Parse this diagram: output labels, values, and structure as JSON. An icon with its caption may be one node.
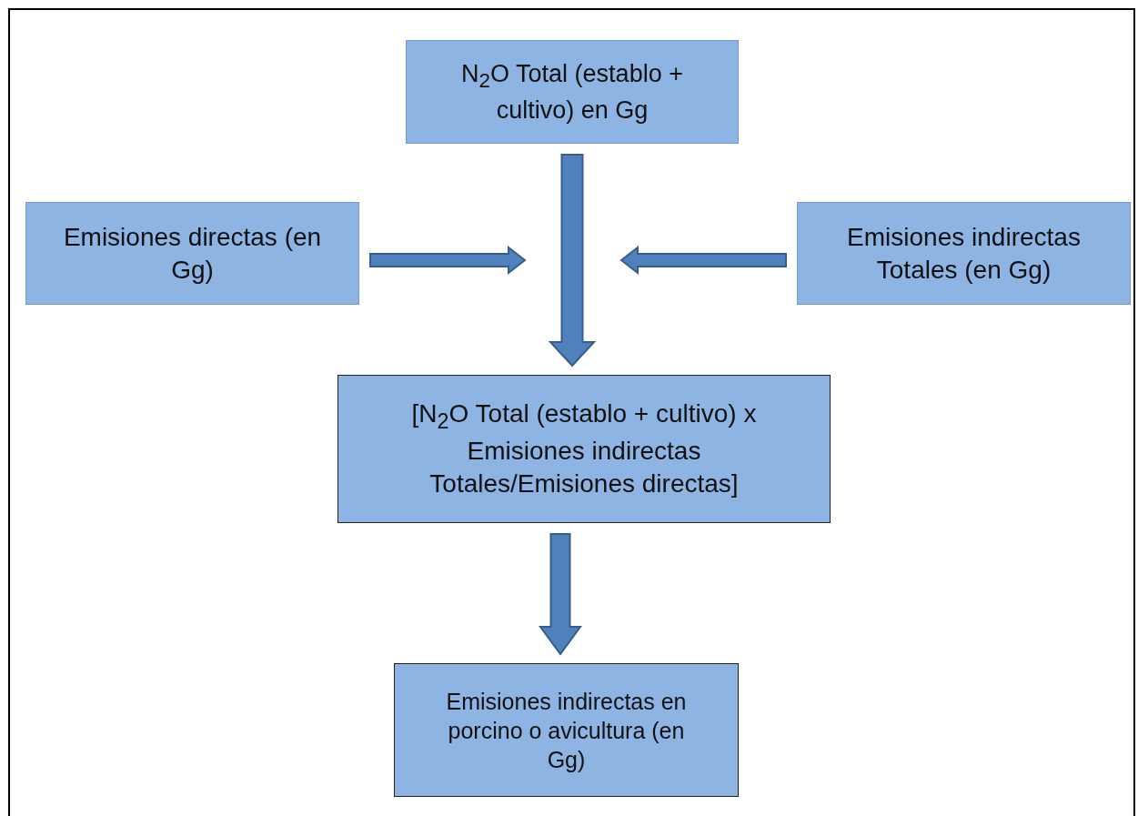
{
  "diagram": {
    "nodes": [
      {
        "text": [
          "N$_{2}$O Total (establo + cultivo) en Gg"
        ]
      },
      {
        "text": [
          "Emisiones directas (en Gg)"
        ]
      },
      {
        "text": [
          "Emisiones indirectas Totales (en Gg)"
        ]
      },
      {
        "text": [
          "[N$_{2}$O Total (establo + cultivo) x Emisiones indirectas Totales/Emisiones directas]"
        ]
      },
      {
        "text": [
          "Emisiones indirectas en porcino o avicultura (en Gg)"
        ]
      }
    ],
    "edges": [
      {
        "from": 0,
        "to": 3,
        "arrow": "to"
      },
      {
        "from": 1,
        "to": null,
        "arrow": "to"
      },
      {
        "from": 2,
        "to": null,
        "arrow": "to"
      },
      {
        "from": 3,
        "to": 4,
        "arrow": "to"
      }
    ]
  }
}
